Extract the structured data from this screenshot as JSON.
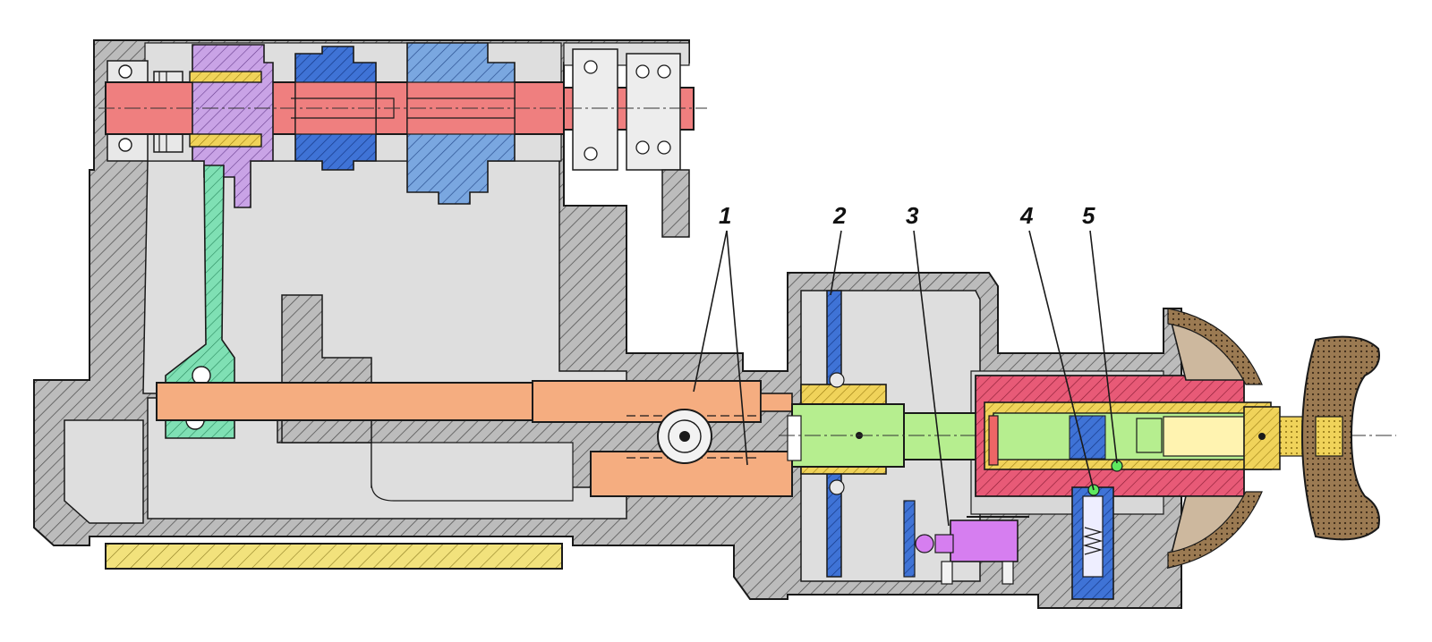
{
  "colors": {
    "housing": "#b9b9b9",
    "cavity": "#dedede",
    "top_shaft": "#ef7f7f",
    "bushing": "#f0d35a",
    "gear_violet": "#c9a3e6",
    "gear_blue_dark": "#3f73d6",
    "gear_blue_light": "#7aa7e0",
    "lever_green": "#7fe0b4",
    "rod_orange": "#f5ad80",
    "shaft_lightgreen": "#b6ee8f",
    "sleeve_red": "#e85a77",
    "knob": "#9b7a52",
    "knob_ring": "#cdb89e",
    "base_plate": "#f2e27c",
    "stopper_violet": "#d67ef0",
    "spring_blue": "#4a8ad8",
    "ball_green": "#5ee85e"
  },
  "callouts": [
    {
      "id": "1",
      "label": "1"
    },
    {
      "id": "2",
      "label": "2"
    },
    {
      "id": "3",
      "label": "3"
    },
    {
      "id": "4",
      "label": "4"
    },
    {
      "id": "5",
      "label": "5"
    }
  ]
}
